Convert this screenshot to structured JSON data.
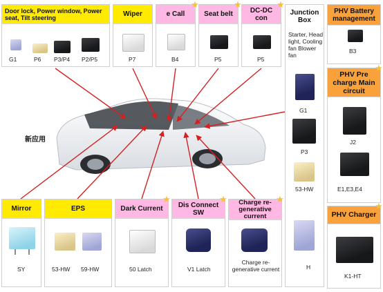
{
  "top_boxes": [
    {
      "title": "Door lock, Power window, Power seat, Tilt steering",
      "parts": [
        "G1",
        "P6",
        "P3/P4",
        "P2/P5"
      ]
    },
    {
      "title": "Wiper",
      "parts": [
        "P7"
      ]
    },
    {
      "title": "e Call",
      "parts": [
        "B4"
      ]
    },
    {
      "title": "Seat belt",
      "parts": [
        "P5"
      ]
    },
    {
      "title": "DC-DC con",
      "parts": [
        "P5"
      ]
    }
  ],
  "junction": {
    "title": "Junction Box",
    "text": "Starter, Head light, Cooling fan Blower fan",
    "parts": [
      "G1",
      "P3",
      "53-HW",
      "H"
    ]
  },
  "phv_battery": {
    "title": "PHV Battery management",
    "parts": [
      "B3"
    ]
  },
  "phv_precharge": {
    "title": "PHV Pre charge Main circuit",
    "parts": [
      "J2",
      "E1,E3,E4"
    ]
  },
  "phv_charger": {
    "title": "PHV Charger",
    "parts": [
      "K1-HT"
    ]
  },
  "bottom_boxes": [
    {
      "title": "Mirror",
      "parts": [
        "SY"
      ]
    },
    {
      "title": "EPS",
      "parts": [
        "53-HW",
        "59-HW"
      ]
    },
    {
      "title": "Dark Current",
      "parts": [
        "50 Latch"
      ]
    },
    {
      "title": "Dis Connect SW",
      "parts": [
        "V1 Latch"
      ]
    },
    {
      "title": "Charge re-generative current",
      "parts": [
        "Charge re-generative current"
      ]
    }
  ],
  "center_label": "新应用",
  "star_glyph": "★",
  "colors": {
    "yellow": "#ffea00",
    "pink": "#ffb7e3",
    "orange": "#f9a23b",
    "arrow": "#d42020"
  }
}
